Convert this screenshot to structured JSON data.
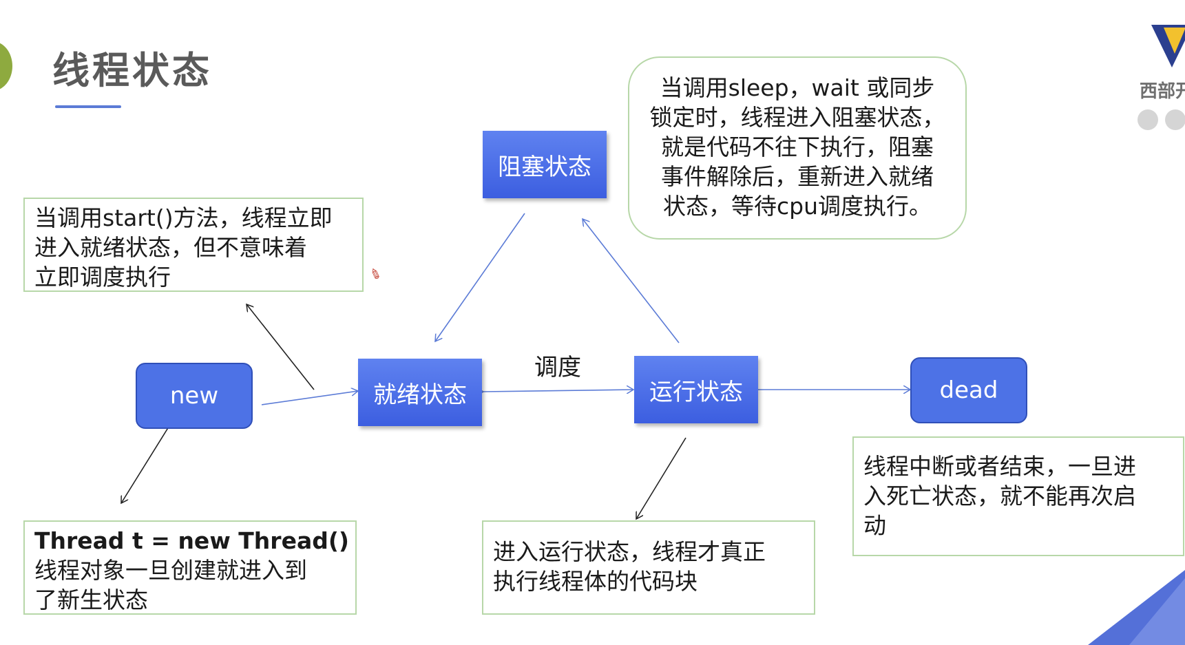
{
  "title": "线程状态",
  "logo_text": "西部开",
  "edge_label": "调度",
  "nodes": {
    "blocked": "阻塞状态",
    "ready": "就绪状态",
    "running": "运行状态",
    "new": "new",
    "dead": "dead"
  },
  "notes": {
    "start": [
      "当调用start()方法，线程立即",
      "进入就绪状态，但不意味着",
      "立即调度执行"
    ],
    "blocked": [
      "当调用sleep，wait 或同步",
      "锁定时，线程进入阻塞状态，",
      "就是代码不往下执行，阻塞",
      "事件解除后，重新进入就绪",
      "状态，等待cpu调度执行。"
    ],
    "new": {
      "code": "Thread t = new Thread()",
      "lines": [
        "线程对象一旦创建就进入到",
        "了新生状态"
      ]
    },
    "running": [
      "进入运行状态，线程才真正",
      "执行线程体的代码块"
    ],
    "dead": [
      "线程中断或者结束，一旦进",
      "入死亡状态，就不能再次启",
      "动"
    ]
  },
  "colors": {
    "node_fill": "#4d72e6",
    "note_border": "#b7d7a8",
    "title_text": "#5a5a5a",
    "accent_green": "#8eaa3f"
  },
  "icons": [
    "logo-icon",
    "pen-cursor-icon"
  ]
}
